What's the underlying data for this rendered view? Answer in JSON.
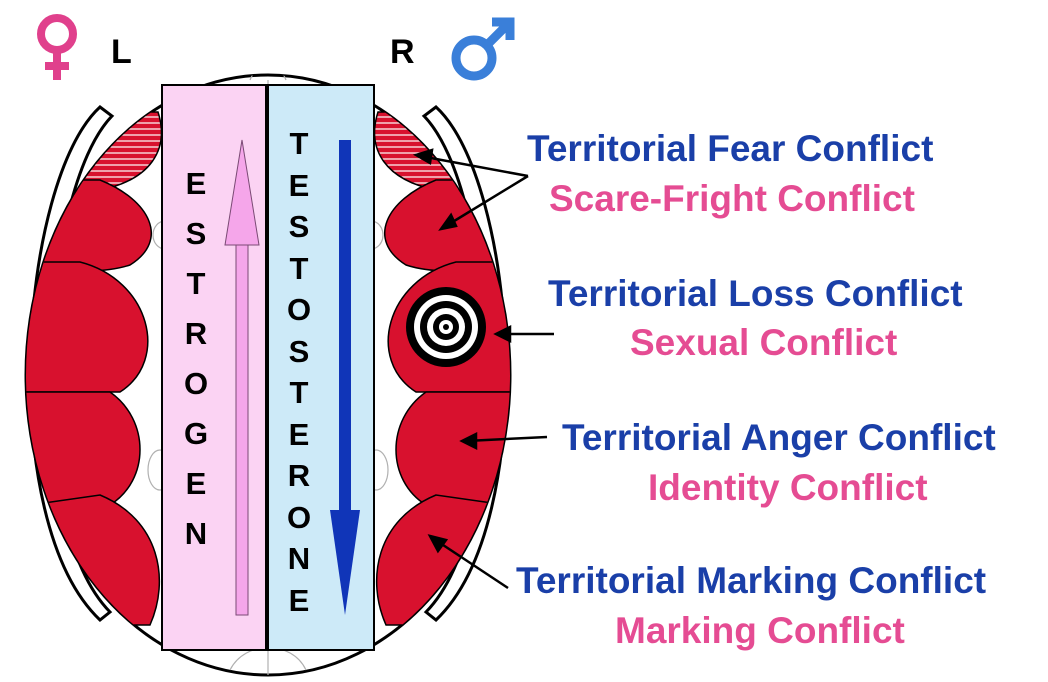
{
  "sides": {
    "left_label": "L",
    "right_label": "R",
    "left_icon": "female-symbol-icon",
    "right_icon": "male-symbol-icon"
  },
  "colors": {
    "female_symbol": "#e0408c",
    "male_symbol": "#3a7fd9",
    "lobe_red": "#d8112e",
    "estrogen_panel": "#fbd3f3",
    "testosterone_panel": "#cdeaf8",
    "estrogen_arrow": "#f5a6ea",
    "testosterone_arrow": "#1035b8",
    "label_blue": "#1a3fa8",
    "label_pink": "#e54c93"
  },
  "hormones": {
    "estrogen": "ESTROGEN",
    "testosterone": "TESTOSTERONE"
  },
  "conflicts": [
    {
      "territorial": "Territorial Fear Conflict",
      "other": "Scare-Fright Conflict"
    },
    {
      "territorial": "Territorial Loss Conflict",
      "other": "Sexual Conflict"
    },
    {
      "territorial": "Territorial Anger Conflict",
      "other": "Identity Conflict"
    },
    {
      "territorial": "Territorial Marking Conflict",
      "other": "Marking Conflict"
    }
  ]
}
